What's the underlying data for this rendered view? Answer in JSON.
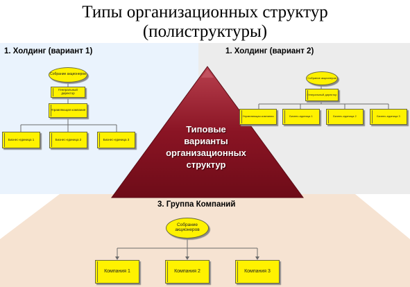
{
  "title": {
    "line1": "Типы организационных структур",
    "line2": "(полиструктуры)"
  },
  "center": {
    "line1": "Типовые",
    "line2": "варианты",
    "line3": "организационных",
    "line4": "структур"
  },
  "holding1": {
    "label": "1. Холдинг (вариант 1)",
    "shareholders": "Собрание акционеров",
    "director": "Генеральный директор",
    "management": "Управляющая компания",
    "units": [
      "Бизнес-единица 1",
      "Бизнес-единица 2",
      "Бизнес-единица 3"
    ]
  },
  "holding2": {
    "label": "1. Холдинг (вариант 2)",
    "shareholders": "Собрание акционеров",
    "director": "Генеральный директор",
    "units": [
      "Управляющая компания",
      "Бизнес-единица 1",
      "Бизнес-единица 2",
      "Бизнес-единица 3"
    ]
  },
  "group": {
    "label": "3. Группа Компаний",
    "shareholders": "Собрание акционеров",
    "companies": [
      "Компания 1",
      "Компания 2",
      "Компания 3"
    ]
  },
  "colors": {
    "left_bg": "#eaf3fd",
    "right_bg": "#ececec",
    "bottom_bg": "#f6e3d2",
    "triangle_dark": "#7a0f1c",
    "triangle_light": "#b8404e",
    "box_fill": "#fff200"
  }
}
